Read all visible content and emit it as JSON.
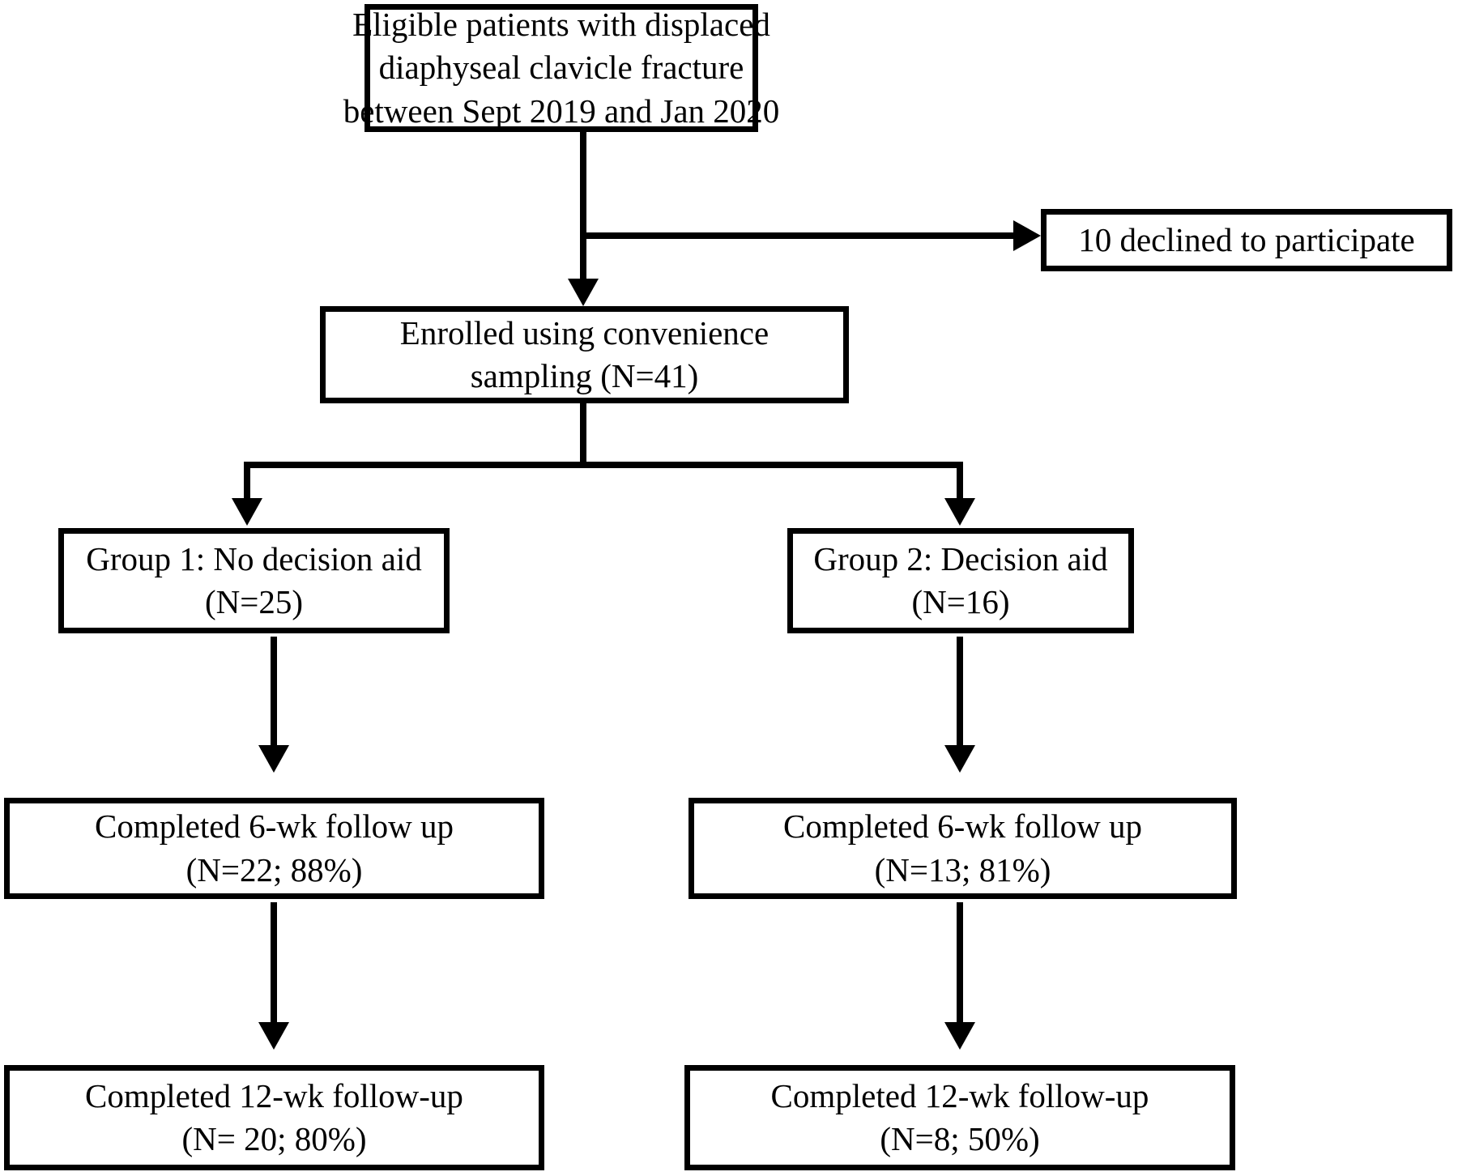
{
  "diagram": {
    "type": "flowchart",
    "title": "Patient enrollment and follow-up flow diagram",
    "colors": {
      "background": "#ffffff",
      "stroke": "#000000",
      "text": "#000000"
    },
    "nodes": [
      {
        "id": "eligible",
        "name": "eligible-patients-box",
        "lines": [
          "Eligible patients with displaced",
          "diaphyseal clavicle fracture",
          "between Sept 2019 and Jan 2020"
        ]
      },
      {
        "id": "declined",
        "name": "declined-box",
        "lines": [
          "10 declined to participate"
        ]
      },
      {
        "id": "enrolled",
        "name": "enrolled-box",
        "lines": [
          "Enrolled using convenience",
          "sampling (N=41)"
        ]
      },
      {
        "id": "group1",
        "name": "group-1-box",
        "lines": [
          "Group 1: No decision aid",
          "(N=25)"
        ]
      },
      {
        "id": "group2",
        "name": "group-2-box",
        "lines": [
          "Group 2: Decision aid",
          "(N=16)"
        ]
      },
      {
        "id": "g1_6wk",
        "name": "group-1-6wk-followup-box",
        "lines": [
          "Completed 6-wk follow up",
          "(N=22; 88%)"
        ]
      },
      {
        "id": "g2_6wk",
        "name": "group-2-6wk-followup-box",
        "lines": [
          "Completed 6-wk follow up",
          "(N=13; 81%)"
        ]
      },
      {
        "id": "g1_12wk",
        "name": "group-1-12wk-followup-box",
        "lines": [
          "Completed 12-wk follow-up",
          "(N= 20; 80%)"
        ]
      },
      {
        "id": "g2_12wk",
        "name": "group-2-12wk-followup-box",
        "lines": [
          "Completed 12-wk follow-up",
          "(N=8; 50%)"
        ]
      }
    ],
    "edges": [
      {
        "from": "eligible",
        "to": "enrolled",
        "label": ""
      },
      {
        "from": "eligible",
        "to": "declined",
        "label": ""
      },
      {
        "from": "enrolled",
        "to": "group1",
        "label": ""
      },
      {
        "from": "enrolled",
        "to": "group2",
        "label": ""
      },
      {
        "from": "group1",
        "to": "g1_6wk",
        "label": ""
      },
      {
        "from": "group2",
        "to": "g2_6wk",
        "label": ""
      },
      {
        "from": "g1_6wk",
        "to": "g1_12wk",
        "label": ""
      },
      {
        "from": "g2_6wk",
        "to": "g2_12wk",
        "label": ""
      }
    ],
    "counts": {
      "eligible_declined": 10,
      "enrolled_total": 41,
      "group1_n": 25,
      "group2_n": 16,
      "group1_6wk_n": 22,
      "group1_6wk_pct": 88,
      "group2_6wk_n": 13,
      "group2_6wk_pct": 81,
      "group1_12wk_n": 20,
      "group1_12wk_pct": 80,
      "group2_12wk_n": 8,
      "group2_12wk_pct": 50
    }
  }
}
